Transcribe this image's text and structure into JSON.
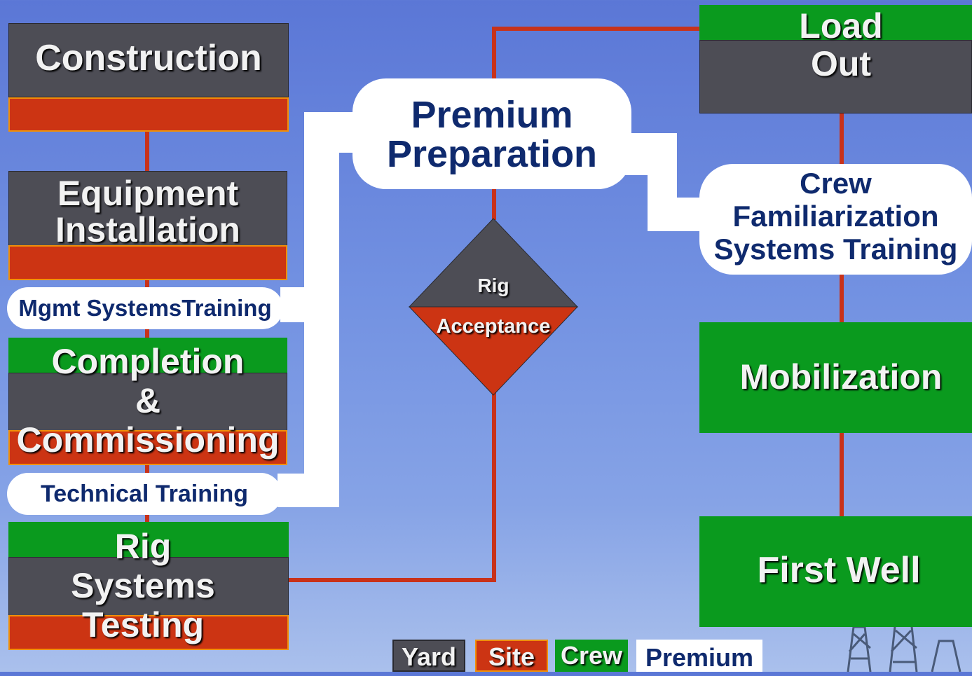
{
  "colors": {
    "yard": "#4d4d55",
    "site": "#cc3413",
    "crew": "#0a9a1e",
    "premium": "#ffffff",
    "connector": "#c8321a",
    "premium_text": "#0f2a6e"
  },
  "left_column": {
    "construction": "Construction",
    "equipment_line1": "Equipment",
    "equipment_line2": "Installation",
    "mgmt_training": "Mgmt SystemsTraining",
    "completion_line1": "Completion",
    "completion_line2": "&",
    "completion_line3": "Commissioning",
    "technical_training": "Technical Training",
    "rig_testing_line1": "Rig",
    "rig_testing_line2": "Systems",
    "rig_testing_line3": "Testing"
  },
  "center": {
    "premium_line1": "Premium",
    "premium_line2": "Preparation",
    "diamond_top": "Rig",
    "diamond_bottom": "Acceptance"
  },
  "right_column": {
    "loadout_line1": "Load",
    "loadout_line2": "Out",
    "crew_line1": "Crew",
    "crew_line2": "Familiarization",
    "crew_line3": "Systems Training",
    "mobilization": "Mobilization",
    "first_well": "First Well"
  },
  "legend": {
    "yard": "Yard",
    "site": "Site",
    "crew": "Crew",
    "premium": "Premium"
  }
}
